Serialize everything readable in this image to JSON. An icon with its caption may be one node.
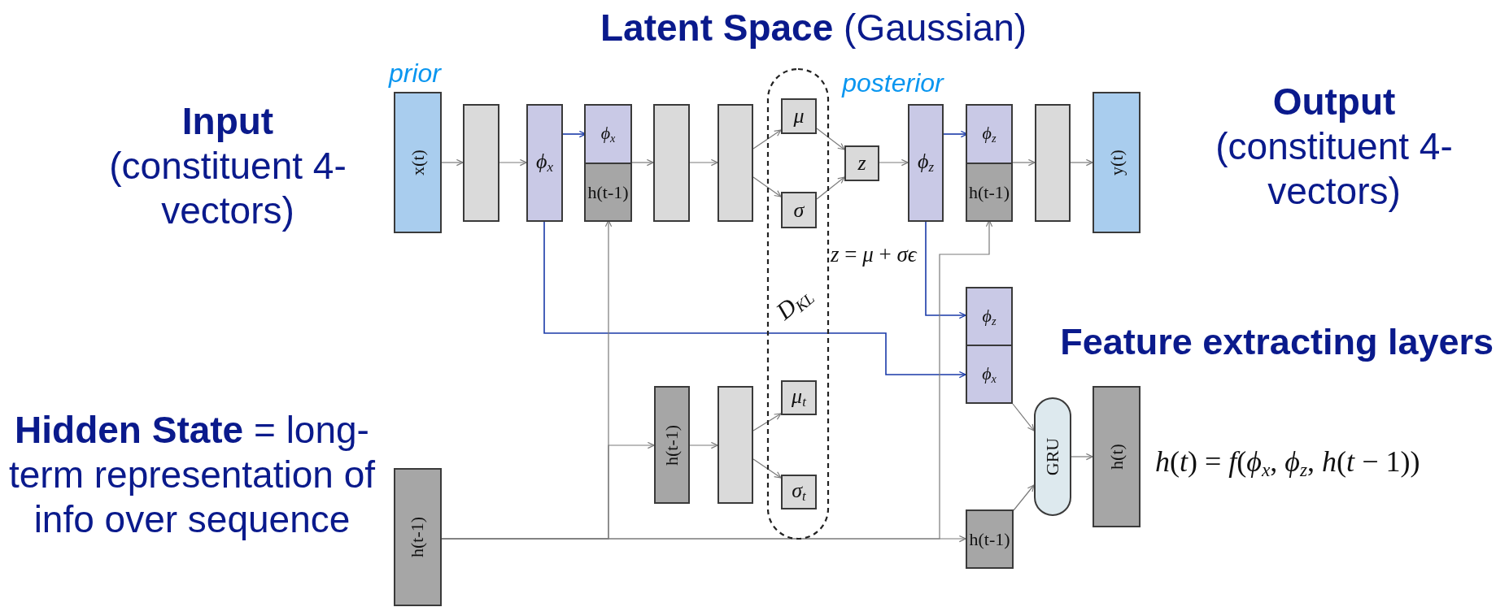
{
  "diagram": {
    "title": "**Latent Space** (Gaussian)",
    "nodes": [
      {
        "text": [
          "x(t)"
        ]
      },
      {
        "text": [],
        "shape": "box"
      },
      {
        "text": [
          "*ϕ*$_{x}$"
        ]
      },
      {
        "text": [],
        "shape": "box"
      },
      {
        "text": [
          "*ϕ*$_{x}$"
        ],
        "in": 3
      },
      {
        "text": [
          "h(t-1)"
        ],
        "in": 3
      },
      {
        "text": [],
        "shape": "box"
      },
      {
        "text": [],
        "shape": "box"
      },
      {
        "text": [
          "*D*$_{KL}$"
        ]
      },
      {
        "text": [
          "*μ*"
        ],
        "in": 8
      },
      {
        "text": [
          "*σ*"
        ],
        "in": 8
      },
      {
        "text": [
          "*z*"
        ]
      },
      {
        "text": [
          "*ϕ*$_{z}$"
        ]
      },
      {
        "text": [],
        "shape": "box"
      },
      {
        "text": [
          "*ϕ*$_{z}$"
        ],
        "in": 13
      },
      {
        "text": [
          "h(t-1)"
        ],
        "in": 13
      },
      {
        "text": [],
        "shape": "box"
      },
      {
        "text": [
          "y(t)"
        ]
      },
      {
        "text": [
          "*ϕ*$_{z}$"
        ]
      },
      {
        "text": [
          "*ϕ*$_{x}$"
        ]
      },
      {
        "text": [
          "h(t-1)"
        ]
      },
      {
        "text": [],
        "shape": "box"
      },
      {
        "text": [
          "*μ*$_{t}$"
        ],
        "in": 8
      },
      {
        "text": [
          "*σ*$_{t}$"
        ],
        "in": 8
      },
      {
        "text": [
          "GRU"
        ]
      },
      {
        "text": [
          "h(t)"
        ]
      },
      {
        "text": [
          "h(t-1)"
        ]
      },
      {
        "text": [
          "h(t-1)"
        ]
      }
    ],
    "edges": [
      {
        "from": 0,
        "to": 1,
        "arrow": "to"
      },
      {
        "from": 1,
        "to": 2,
        "arrow": "to"
      },
      {
        "from": 2,
        "to": 4,
        "arrow": "to",
        "color": "#1a3aa8"
      },
      {
        "from": 3,
        "to": 6,
        "arrow": "to"
      },
      {
        "from": 6,
        "to": 7,
        "arrow": "to"
      },
      {
        "from": 7,
        "to": 9,
        "arrow": "to"
      },
      {
        "from": 7,
        "to": 10,
        "arrow": "to"
      },
      {
        "from": 9,
        "to": 11,
        "arrow": "to"
      },
      {
        "from": 10,
        "to": 11,
        "arrow": "to"
      },
      {
        "from": 11,
        "to": 12,
        "arrow": "to"
      },
      {
        "from": 12,
        "to": 14,
        "arrow": "to",
        "color": "#1a3aa8"
      },
      {
        "from": 13,
        "to": 16,
        "arrow": "to"
      },
      {
        "from": 16,
        "to": 17,
        "arrow": "to"
      },
      {
        "from": 2,
        "to": 19,
        "arrow": "to",
        "color": "#1a3aa8"
      },
      {
        "from": 12,
        "to": 18,
        "arrow": "to",
        "color": "#1a3aa8"
      },
      {
        "from": 26,
        "to": 5,
        "arrow": "to"
      },
      {
        "from": 26,
        "to": 20,
        "arrow": "to"
      },
      {
        "from": 26,
        "to": 15,
        "arrow": "to"
      },
      {
        "from": 26,
        "to": 27,
        "arrow": "to"
      },
      {
        "from": 20,
        "to": 21,
        "arrow": "to"
      },
      {
        "from": 21,
        "to": 22,
        "arrow": "to"
      },
      {
        "from": 21,
        "to": 23,
        "arrow": "to"
      },
      {
        "from": 19,
        "to": 24,
        "arrow": "to"
      },
      {
        "from": 27,
        "to": 24,
        "arrow": "to"
      },
      {
        "from": 24,
        "to": 25,
        "arrow": "to"
      }
    ],
    "labels": [
      "prior",
      "posterior",
      "**Input**",
      "(constituent 4-vectors)",
      "**Output**",
      "(constituent 4-vectors)",
      "*z* = *μ* + *σϵ*",
      "Feature extracting layers",
      "**Hidden State** = long-term representation of info over sequence",
      "*h*(*t*) = *f*(*ϕ*$_{x}$, *ϕ*$_{z}$, *h*(*t* − 1))"
    ]
  }
}
